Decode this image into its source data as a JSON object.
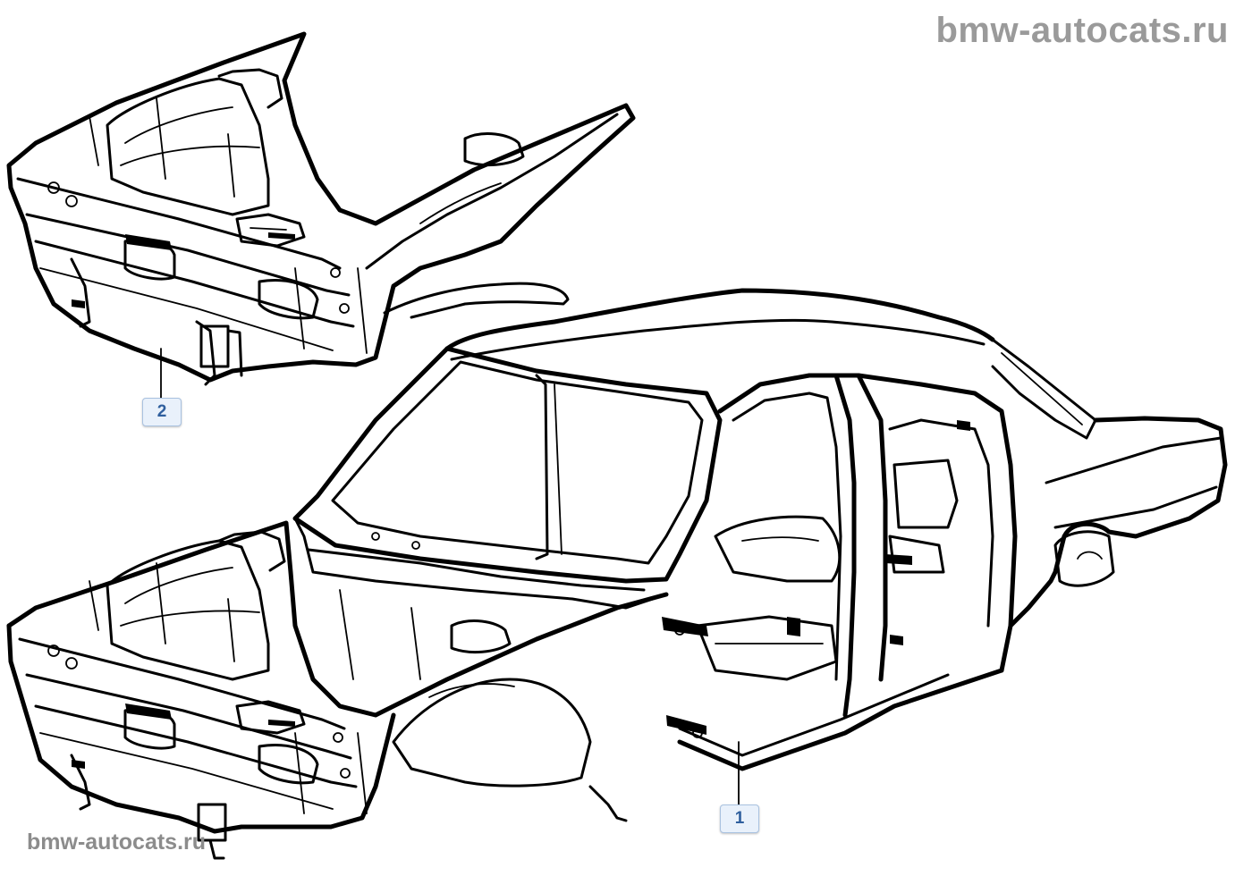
{
  "watermark": {
    "top": "bmw-autocats.ru",
    "bottom": "bmw-autocats.ru"
  },
  "callouts": [
    {
      "label": "2"
    },
    {
      "label": "1"
    }
  ],
  "colors": {
    "callout_fill": "#e9f1fb",
    "callout_border": "#a9c2e0",
    "callout_text": "#2f5f9e",
    "watermark_text": "#9a9a9a",
    "drawing_line": "#000000"
  }
}
